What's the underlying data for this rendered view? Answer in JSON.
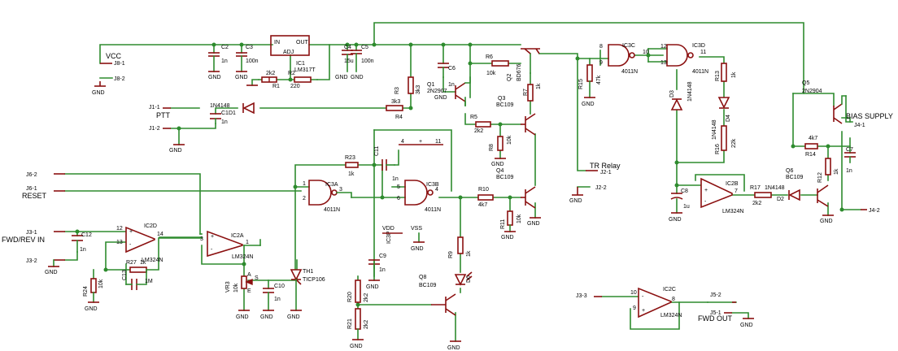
{
  "power": {
    "vcc": "VCC",
    "vcc_pin": "J8-1",
    "gnd_pin": "J8-2",
    "gnd": "GND"
  },
  "ic1": {
    "ref": "IC1",
    "value": "LM317T",
    "in": "IN",
    "out": "OUT",
    "adj": "ADJ"
  },
  "connectors": {
    "j1_1": "J1-1",
    "ptt": "PTT",
    "j1_2": "J1-2",
    "j6_2": "J6-2",
    "j6_1": "J6-1",
    "reset": "RESET",
    "j3_1": "J3-1",
    "fwdrev": "FWD/REV IN",
    "j3_2": "J3-2",
    "tr_relay": "TR Relay",
    "j2_1": "J2-1",
    "j2_2": "J2-2",
    "bias_supply": "BIAS SUPPLY",
    "j4_1": "J4-1",
    "j4_2": "J4-2",
    "j3_3": "J3-3",
    "j5_2": "J5-2",
    "j5_1": "J5-1",
    "fwd_out": "FWD OUT"
  },
  "parts": {
    "c2": "C2",
    "c2v": "1n",
    "c3": "C3",
    "c3v": "100n",
    "r1": "R1",
    "r1v": "2k2",
    "r2": "R2",
    "r2v": "220",
    "c4": "C4",
    "c4v": "15u",
    "c5": "C5",
    "c5v": "100n",
    "r3": "R3",
    "r3v": "3k3",
    "r4": "R4",
    "r4v": "3k3",
    "c1": "C1",
    "c1v": "1n",
    "d1": "D1",
    "d1v": "1N4148",
    "q1": "Q1",
    "q1v": "2N2907",
    "c6": "C6",
    "c6v": "1n",
    "r6": "R6",
    "r6v": "10k",
    "q2": "Q2",
    "q2v": "BD676",
    "r7": "R7",
    "r7v": "1k",
    "r5": "R5",
    "r5v": "2k2",
    "q3": "Q3",
    "q3v": "BC109",
    "r8": "R8",
    "r8v": "10k",
    "q4": "Q4",
    "q4v": "BC109",
    "r15": "R15",
    "r15v": "47k",
    "ic3c": "IC3C",
    "ic3cv": "4011N",
    "ic3d": "IC3D",
    "ic3dv": "4011N",
    "r13": "R13",
    "r13v": "1k",
    "d3": "D3",
    "d3v": "1N4148",
    "d4": "D4",
    "d4v": "1N4148",
    "r16": "R16",
    "r16v": "22k",
    "q5": "Q5",
    "q5v": "2N2904",
    "r14": "R14",
    "r14v": "4k7",
    "r12": "R12",
    "r12v": "1k",
    "c7": "C7",
    "c7v": "1n",
    "q6": "Q6",
    "q6v": "BC109",
    "ic2b": "IC2B",
    "ic2bv": "LM324N",
    "c8": "C8",
    "c8v": "1u",
    "r17": "R17",
    "r17v": "2k2",
    "d2": "D2",
    "d2v": "1N4148",
    "r23": "R23",
    "r23v": "1k",
    "c11": "C11",
    "c11v": "1n",
    "ic3a": "IC3A",
    "ic3av": "4011N",
    "ic3b": "IC3B",
    "ic3bv": "4011N",
    "r10": "R10",
    "r10v": "4k7",
    "r11": "R11",
    "r11v": "10k",
    "ic2d": "IC2D",
    "ic2dv": "LM324N",
    "c12": "C12",
    "c12v": "1n",
    "r24": "R24",
    "r24v": "10k",
    "r27": "R27",
    "r27v": "1k",
    "c13": "C13",
    "c13v": "1M",
    "ic2a": "IC2A",
    "ic2av": "LM324N",
    "vr3": "VR3",
    "vr3v": "10k",
    "c10": "C10",
    "c10v": "1n",
    "th1": "TH1",
    "th1v": "TICP106",
    "c9": "C9",
    "c9v": "1n",
    "r20": "R20",
    "r20v": "2k2",
    "r21": "R21",
    "r21v": "2k2",
    "r9": "R9",
    "r9v": "1k",
    "d6": "D6",
    "q8": "Q8",
    "q8v": "BC109",
    "ic2c": "IC2C",
    "ic2cv": "LM324N",
    "vdd": "VDD",
    "vss": "VSS",
    "ic3p": "IC3P"
  },
  "pins": {
    "n1": "1",
    "n2": "2",
    "n3": "3",
    "n4": "4",
    "n5": "5",
    "n6": "6",
    "n7": "7",
    "n8": "8",
    "n9": "9",
    "n10": "10",
    "n11": "11",
    "n12": "12",
    "n13": "13",
    "n14": "14",
    "plus": "+",
    "minus": "-",
    "s": "S",
    "e": "E",
    "a": "A"
  }
}
